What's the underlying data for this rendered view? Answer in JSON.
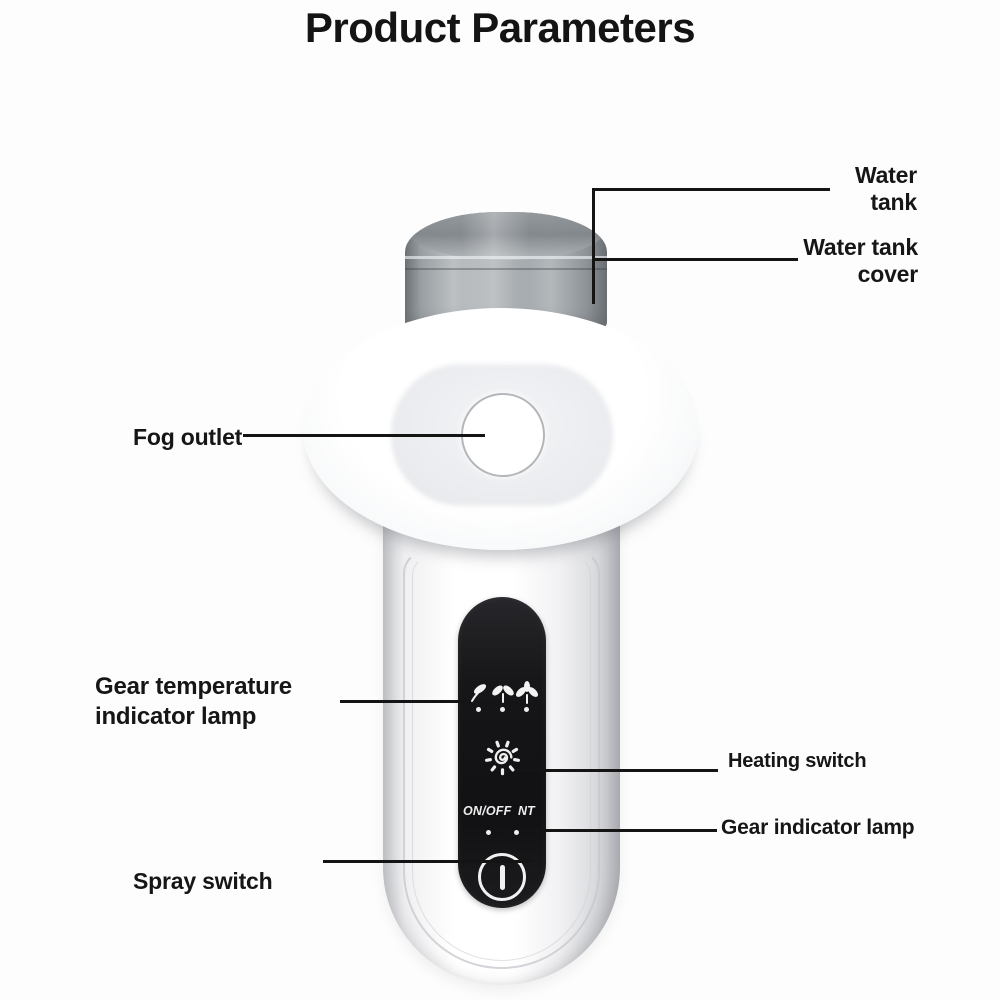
{
  "title": "Product Parameters",
  "labels": {
    "water_tank": "Water tank",
    "water_tank_cover": "Water tank cover",
    "fog_outlet": "Fog outlet",
    "gear_temperature_indicator_lamp": "Gear temperature indicator lamp",
    "heating_switch": "Heating switch",
    "gear_indicator_lamp": "Gear indicator lamp",
    "spray_switch": "Spray switch"
  },
  "panel": {
    "on_off_label": "ON/OFF",
    "nt_label": "NT",
    "icons": {
      "mist_levels": [
        "sprout-one-leaf-icon",
        "sprout-two-leaf-icon",
        "sprout-three-leaf-icon"
      ],
      "heating": "sun-spiral-icon",
      "power": "power-switch-icon"
    },
    "indicator_dots": {
      "gear_temperature": 3,
      "gear": 2
    }
  },
  "colors": {
    "background": "#fdfdfd",
    "text": "#161616",
    "callout_line": "#141414",
    "panel_background": "#161618",
    "panel_foreground": "#f0f0f0",
    "tank_gray": "#a9aeb2",
    "device_white": "#ffffff"
  }
}
